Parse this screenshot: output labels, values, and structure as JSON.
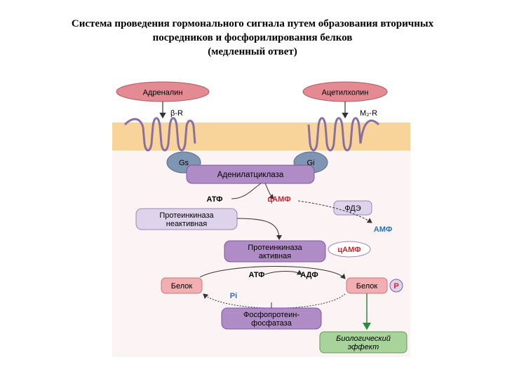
{
  "title": {
    "line1": "Система проведения гормонального сигнала путем образования вторичных",
    "line2": "посредников и фосфорилирования белков",
    "line3": "(медленный ответ)"
  },
  "diagram": {
    "hormone_left": "Адреналин",
    "hormone_right": "Ацетилхолин",
    "receptor_left": "β-R",
    "receptor_right": "M₂-R",
    "g_left": "Gs",
    "g_right": "Gi",
    "enzyme_ac": "Аденилатциклаза",
    "atp_top": "АТФ",
    "camp_top": "цАМФ",
    "pde": "ФДЭ",
    "amp": "АМФ",
    "pk_inactive_line1": "Протеинкиназа",
    "pk_inactive_line2": "неактивная",
    "pk_active_line1": "Протеинкиназа",
    "pk_active_line2": "активная",
    "camp_badge": "цАМФ",
    "atp_mid": "АТФ",
    "adp_mid": "АДФ",
    "protein_left": "Белок",
    "protein_right": "Белок",
    "phosphate": "P",
    "pi": "Pi",
    "phosphatase_line1": "Фосфопротеин-",
    "phosphatase_line2": "фосфатаза",
    "effect_line1": "Биологический",
    "effect_line2": "эффект"
  },
  "colors": {
    "membrane": "#f8d49a",
    "hormone": "#e38a92",
    "enzyme": "#b08cc6",
    "g_protein": "#7f95b3",
    "inactive": "#ddd4ec",
    "red_box": "#f2aeb0",
    "effect": "#a8d39b",
    "red_text": "#d6202f",
    "blue_text": "#2f6fb0"
  }
}
